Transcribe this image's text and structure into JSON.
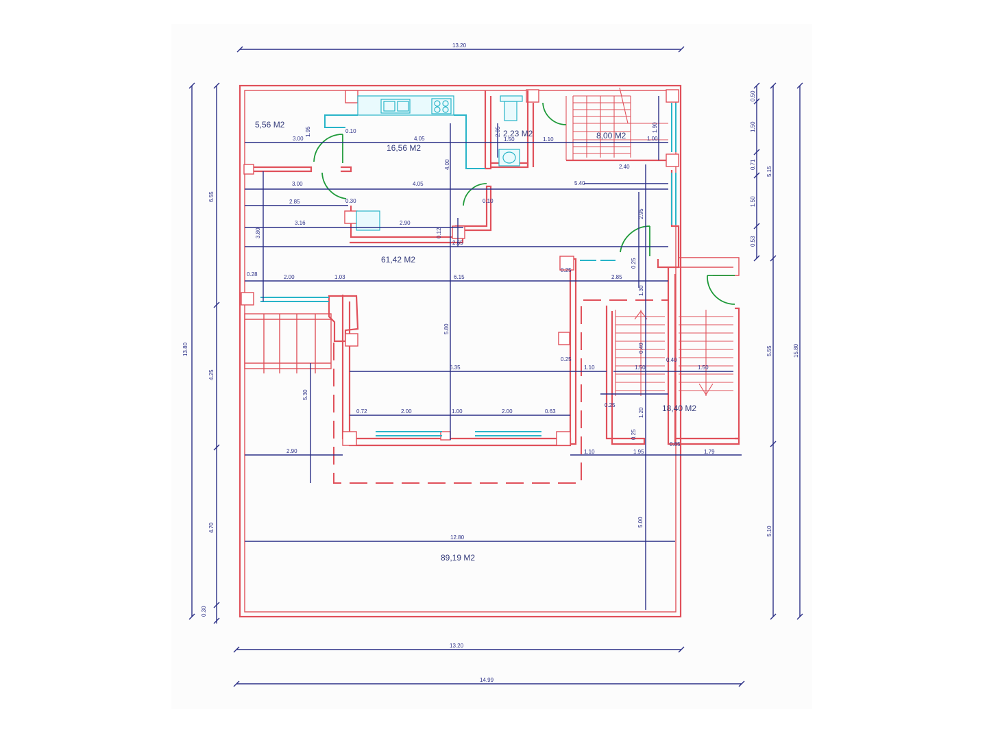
{
  "plan": {
    "areas": {
      "room_a": "5,56 M2",
      "kitchen": "16,56 M2",
      "bath": "2,23 M2",
      "stairs_top": "8,00 M2",
      "living": "61,42 M2",
      "stair_hall": "18,40 M2",
      "garden": "89,19 M2"
    },
    "dims": {
      "top_total": "13.20",
      "bottom_total": "13.20",
      "bottom_overall": "14.99",
      "left_total": "13.80",
      "right_total": "15.80",
      "left_a": "6.55",
      "left_b": "4.25",
      "left_c": "4.70",
      "left_d": "0.30",
      "right_a": "5.15",
      "right_b": "5.55",
      "right_c": "5.10",
      "right_a1": "0.50",
      "right_a2": "1.50",
      "right_a3": "0.71",
      "right_a4": "1.50",
      "right_a5": "0.53",
      "d_300_a": "3.00",
      "d_195": "1.95",
      "d_010_a": "0.10",
      "d_405_a": "4.05",
      "d_205": "2.05",
      "d_150_a": "1.50",
      "d_110_a": "1.10",
      "d_190": "1.90",
      "d_100": "1.00",
      "d_240": "2.40",
      "d_300_b": "3.00",
      "d_405_b": "4.05",
      "d_540": "5.40",
      "d_400": "4.00",
      "d_285_a": "2.85",
      "d_030": "0.30",
      "d_010_b": "0.10",
      "d_295": "2.95",
      "d_316": "3.16",
      "d_290_a": "2.90",
      "d_012": "0.12",
      "d_265": "2.65",
      "d_380": "3.80",
      "d_025_a": "0.25",
      "d_028": "0.28",
      "d_200_a": "2.00",
      "d_103": "1.03",
      "d_615": "6.15",
      "d_025_b": "0.25",
      "d_285_b": "2.85",
      "d_130": "1.30",
      "d_580": "5.80",
      "d_040_a": "0.40",
      "d_025_c": "0.25",
      "d_110_b": "1.10",
      "d_150_b": "1.50",
      "d_040_b": "0.40",
      "d_150_c": "1.50",
      "d_635": "6.35",
      "d_530": "5.30",
      "d_025_d": "0.25",
      "d_120": "1.20",
      "d_072": "0.72",
      "d_200_b": "2.00",
      "d_100_b": "1.00",
      "d_200_c": "2.00",
      "d_063": "0.63",
      "d_025_e": "0.25",
      "d_290_b": "2.90",
      "d_110_c": "1.10",
      "d_195_b": "1.95",
      "d_085": "0.85",
      "d_179": "1.79",
      "d_500": "5.00",
      "d_1280": "12.80"
    }
  }
}
